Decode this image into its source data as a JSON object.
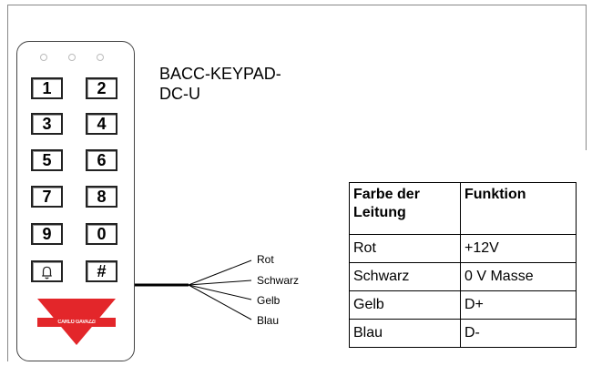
{
  "model": {
    "line1": "BACC-KEYPAD-",
    "line2": "DC-U"
  },
  "keypad": {
    "keys": [
      "1",
      "2",
      "3",
      "4",
      "5",
      "6",
      "7",
      "8",
      "9",
      "0",
      "bell-icon",
      "#"
    ],
    "logo_text": "CARLO GAVAZZI",
    "logo_color": "#e3262a"
  },
  "wires": [
    "Rot",
    "Schwarz",
    "Gelb",
    "Blau"
  ],
  "table": {
    "headers": [
      "Farbe der Leitung",
      "Funktion"
    ],
    "rows": [
      [
        "Rot",
        "+12V"
      ],
      [
        "Schwarz",
        "0 V Masse"
      ],
      [
        "Gelb",
        "D+"
      ],
      [
        "Blau",
        "D-"
      ]
    ]
  }
}
